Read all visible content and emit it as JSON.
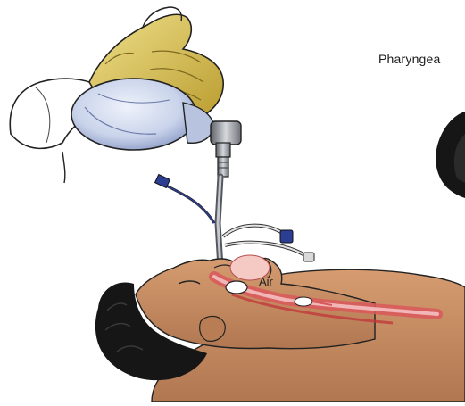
{
  "labels": {
    "pharyngeal": "Pharyngea",
    "air": "Air"
  },
  "colors": {
    "glove": "#e3cf6a",
    "glove_shadow": "#b99b2e",
    "bag": "#c9d3ea",
    "bag_shadow": "#7f8fc0",
    "skin": "#c48a5f",
    "skin_shadow": "#9a6440",
    "hair": "#161616",
    "airway": "#d9585a",
    "airway_light": "#f2b6b8",
    "tube_metal": "#8a8d93",
    "cable_blue": "#2c3e92"
  },
  "icons": [
    "ventilation-bag",
    "gloved-hand",
    "tube-connector",
    "endotracheal-tube",
    "patient-head"
  ]
}
